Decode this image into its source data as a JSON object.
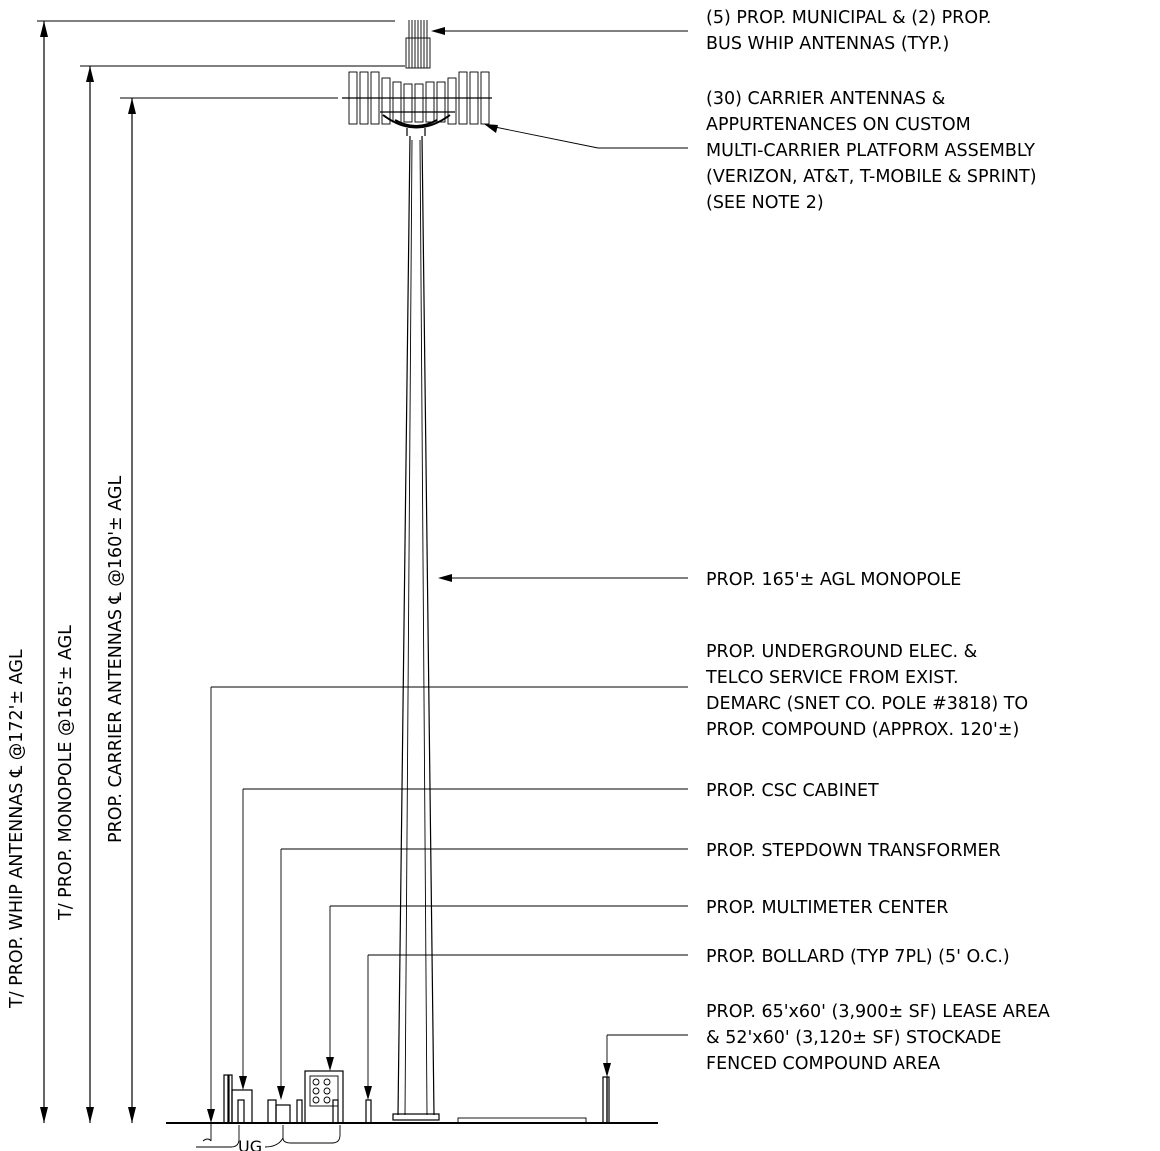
{
  "dimensions": {
    "whip": "T/ PROP. WHIP ANTENNAS ℄ @172'± AGL",
    "monopole": "T/ PROP. MONOPOLE @165'± AGL",
    "carrier": "PROP. CARRIER ANTENNAS ℄ @160'± AGL"
  },
  "callouts": {
    "whip_antennas": [
      "(5) PROP. MUNICIPAL & (2) PROP.",
      "BUS WHIP ANTENNAS (TYP.)"
    ],
    "carrier_antennas": [
      "(30) CARRIER ANTENNAS &",
      "APPURTENANCES ON CUSTOM",
      "MULTI-CARRIER PLATFORM ASSEMBLY",
      "(VERIZON, AT&T, T-MOBILE & SPRINT)",
      "(SEE NOTE 2)"
    ],
    "monopole": [
      "PROP. 165'± AGL MONOPOLE"
    ],
    "underground": [
      "PROP. UNDERGROUND ELEC. &",
      "TELCO SERVICE FROM EXIST.",
      "DEMARC (SNET CO. POLE #3818) TO",
      "PROP. COMPOUND (APPROX. 120'±)"
    ],
    "csc_cabinet": [
      "PROP. CSC CABINET"
    ],
    "transformer": [
      "PROP. STEPDOWN TRANSFORMER"
    ],
    "multimeter": [
      "PROP. MULTIMETER CENTER"
    ],
    "bollard": [
      "PROP. BOLLARD (TYP 7PL) (5' O.C.)"
    ],
    "lease_area": [
      "PROP. 65'x60' (3,900± SF) LEASE AREA",
      "& 52'x60' (3,120± SF) STOCKADE",
      "FENCED COMPOUND AREA"
    ]
  },
  "ground_label": "UG"
}
